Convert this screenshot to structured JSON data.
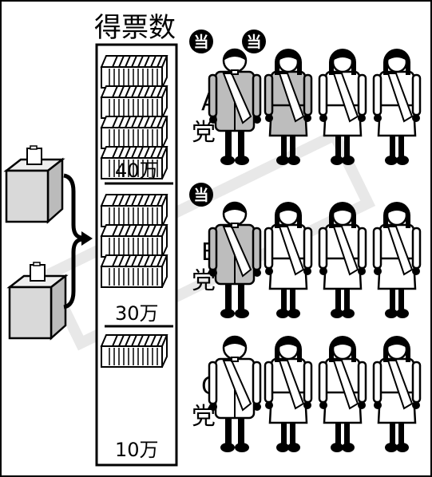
{
  "title": "得票数",
  "vote_marks": [
    "40万",
    "30万",
    "10万"
  ],
  "parties": [
    {
      "letter": "A",
      "suffix": "党",
      "candidates": [
        {
          "gender": "male",
          "elected": true
        },
        {
          "gender": "female",
          "elected": true
        },
        {
          "gender": "female",
          "elected": false
        },
        {
          "gender": "female",
          "elected": false
        }
      ]
    },
    {
      "letter": "B",
      "suffix": "党",
      "candidates": [
        {
          "gender": "male",
          "elected": true
        },
        {
          "gender": "female",
          "elected": false
        },
        {
          "gender": "female",
          "elected": false
        },
        {
          "gender": "female",
          "elected": false
        }
      ]
    },
    {
      "letter": "C",
      "suffix": "党",
      "candidates": [
        {
          "gender": "male",
          "elected": false
        },
        {
          "gender": "female",
          "elected": false
        },
        {
          "gender": "female",
          "elected": false
        },
        {
          "gender": "female",
          "elected": false
        }
      ]
    }
  ],
  "elected_badge": "当",
  "bundle_count": 8,
  "colors": {
    "ink": "#000000",
    "elected_fill": "#bdbdbd",
    "unelected_fill": "#ffffff",
    "ballot_box": "#d9d9d9",
    "watermark": "#cfcfcf"
  }
}
